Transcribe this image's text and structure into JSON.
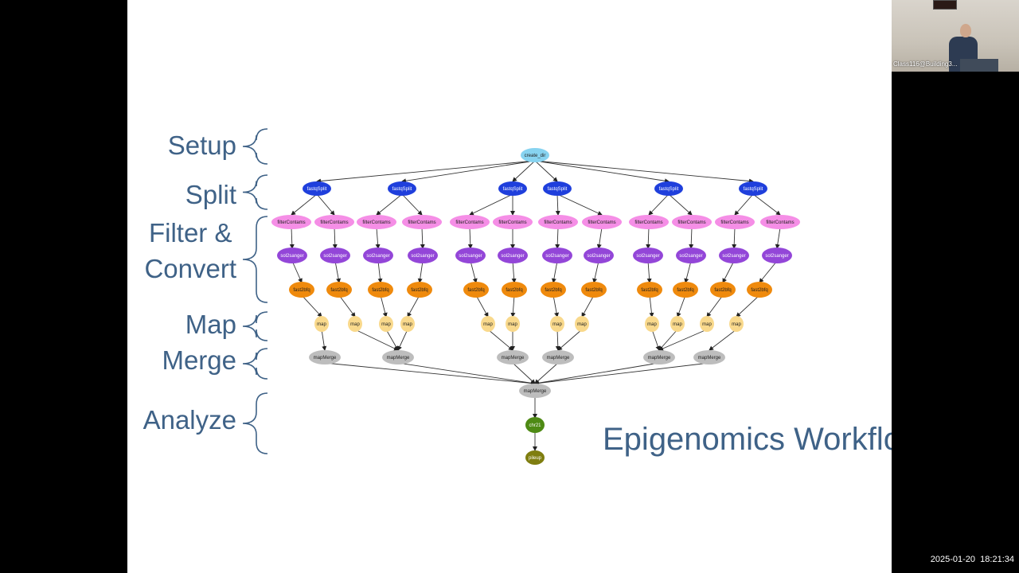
{
  "stages": [
    {
      "id": "setup",
      "label": "Setup"
    },
    {
      "id": "split",
      "label": "Split"
    },
    {
      "id": "filter",
      "label_lines": [
        "Filter &",
        "Convert"
      ]
    },
    {
      "id": "map",
      "label": "Map"
    },
    {
      "id": "merge",
      "label": "Merge"
    },
    {
      "id": "analyze",
      "label": "Analyze"
    }
  ],
  "title": "Epigenomics Workflow",
  "node_labels": {
    "create_dir": "create_dir",
    "fastqSplit": "fastqSplit",
    "filterContams": "filterContams",
    "sol2sanger": "sol2sanger",
    "fast2bfq": "fast2bfq",
    "map": "map",
    "mapMerge": "mapMerge",
    "chr21": "chr21",
    "pileup": "pileup"
  },
  "node_colors": {
    "create_dir": "#87d3f0",
    "fastqSplit": "#1f3fdc",
    "filterContams": "#f58ee6",
    "sol2sanger": "#9346d8",
    "fast2bfq": "#ef8a0d",
    "map": "#f9d98c",
    "mapMerge": "#bdbdbd",
    "chr21": "#4e8a14",
    "pileup": "#7f7e10"
  },
  "webcam": {
    "label": "Class116@Building3..."
  },
  "timestamp": {
    "date": "2025-01-20",
    "time": "18:21:34"
  }
}
